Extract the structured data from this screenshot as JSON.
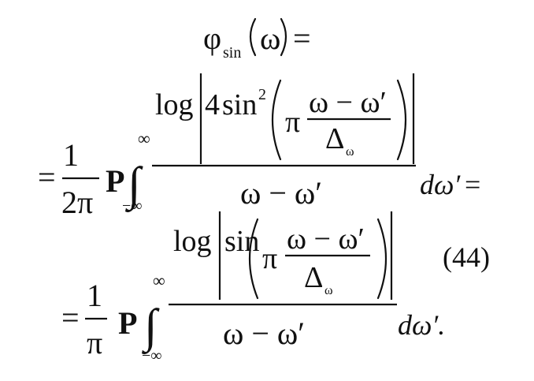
{
  "equation_number": "(44)",
  "header": {
    "phi": "φ",
    "phi_sub": "sin",
    "omega": "ω",
    "equals": "="
  },
  "line2": {
    "equals": "=",
    "one": "1",
    "two_pi": "2π",
    "P": "P",
    "integral": "∫",
    "upper_limit": "∞",
    "lower_limit": "−∞",
    "log": "log",
    "coef": "4",
    "sin": "sin",
    "sin_power": "2",
    "pi": "π",
    "inner_num": "ω − ω′",
    "delta": "Δ",
    "delta_sub": "ω",
    "denominator": "ω − ω′",
    "differential": "dω′",
    "trailing_equals": "="
  },
  "line3": {
    "equals": "=",
    "one": "1",
    "pi": "π",
    "P": "P",
    "integral": "∫",
    "upper_limit": "∞",
    "lower_limit": "−∞",
    "log": "log",
    "sin": "sin",
    "pi_inner": "π",
    "inner_num": "ω − ω′",
    "delta": "Δ",
    "delta_sub": "ω",
    "denominator": "ω − ω′",
    "differential": "dω′."
  }
}
